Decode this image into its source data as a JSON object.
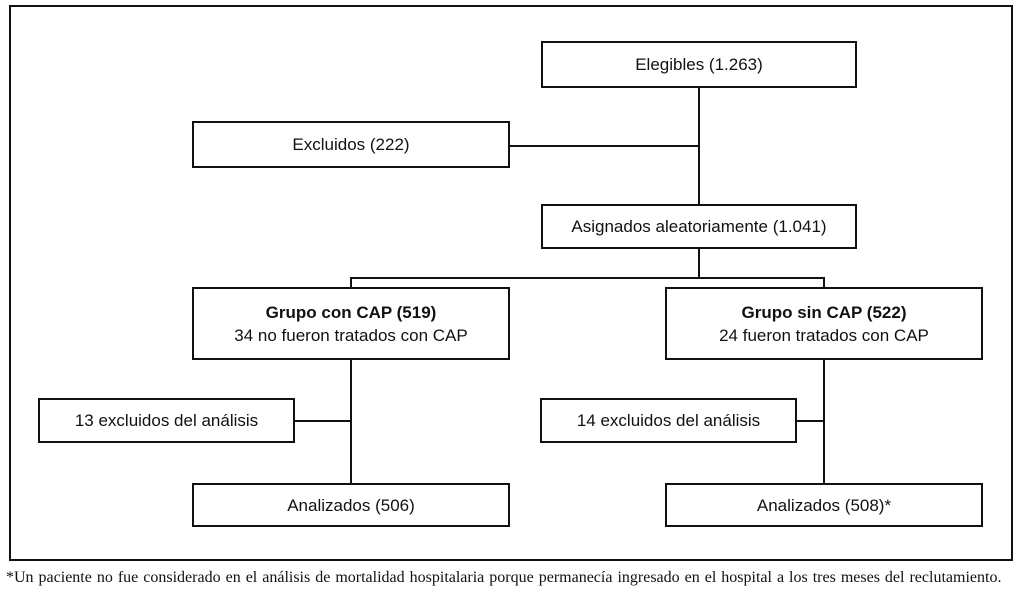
{
  "diagram": {
    "nodes": {
      "eligible": {
        "label": "Elegibles (1.263)"
      },
      "excluded": {
        "label": "Excluidos (222)"
      },
      "randomized": {
        "label": "Asignados aleatoriamente (1.041)"
      },
      "group_cap": {
        "title": "Grupo con CAP (519)",
        "subtitle": "34 no fueron tratados con CAP"
      },
      "group_sin_cap": {
        "title": "Grupo sin CAP (522)",
        "subtitle": "24 fueron tratados con CAP"
      },
      "excluded_analysis_cap": {
        "label": "13 excluidos del análisis"
      },
      "excluded_analysis_sin": {
        "label": "14 excluidos del análisis"
      },
      "analyzed_cap": {
        "label": "Analizados (506)"
      },
      "analyzed_sin": {
        "label": "Analizados (508)*"
      }
    },
    "footnote": "*Un paciente no fue considerado en el análisis de mortalidad hospitalaria porque permanecía ingresado en el hospital a los tres meses del reclutamiento.",
    "colors": {
      "line": "#111111",
      "background": "#ffffff",
      "text": "#111111"
    }
  }
}
